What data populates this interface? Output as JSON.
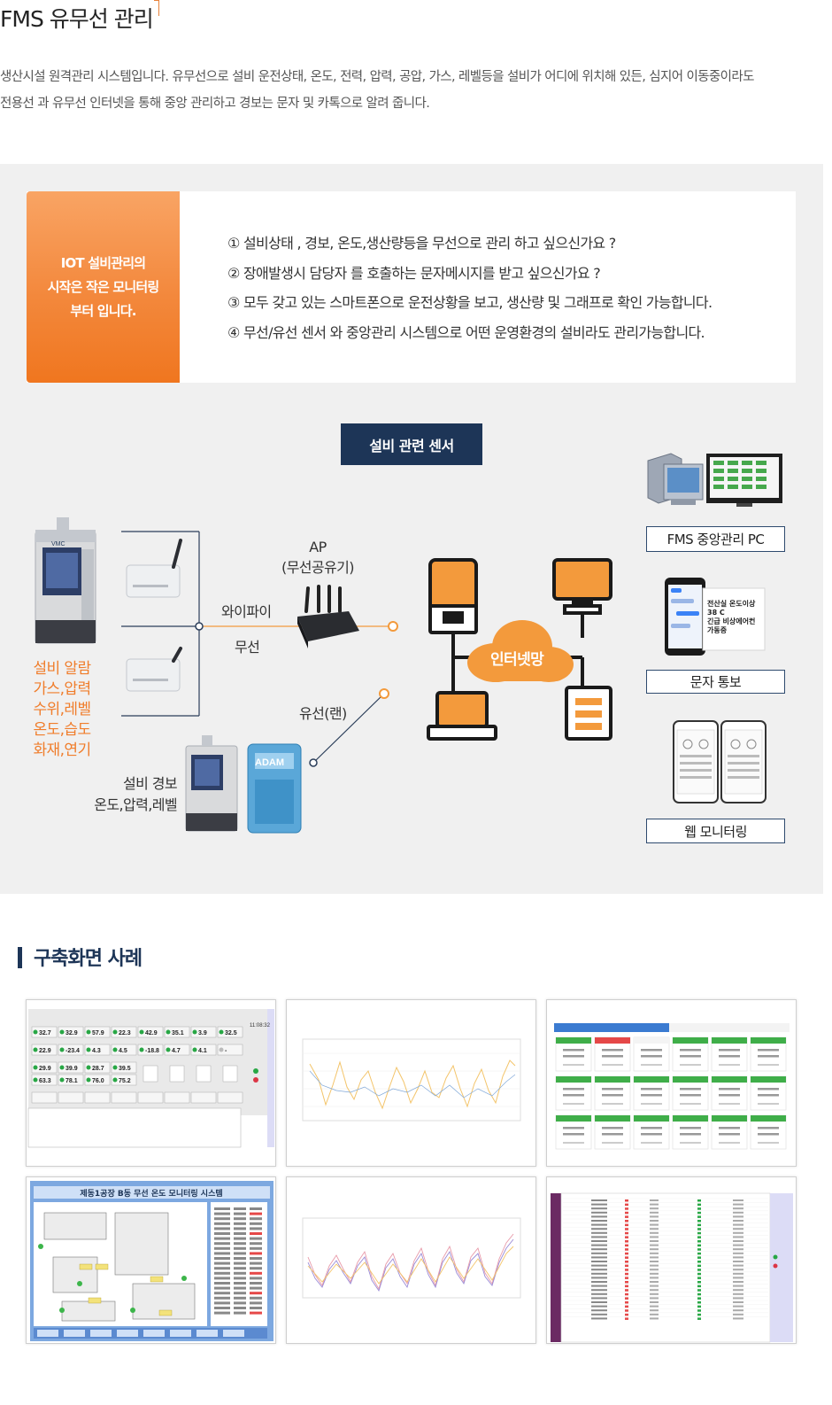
{
  "header": {
    "title": "FMS 유무선 관리",
    "intro_line1": "생산시설 원격관리 시스템입니다. 유무선으로 설비 운전상태, 온도, 전력, 압력, 공압, 가스, 레벨등을 설비가 어디에 위치해 있든, 심지어 이동중이라도",
    "intro_line2": "전용선 과 유무선 인터넷을 통해 중앙 관리하고 경보는 문자 및 카톡으로 알려 줍니다."
  },
  "callout": {
    "left_line1": "IOT 설비관리의",
    "left_line2": "시작은 작은 모니터링",
    "left_line3": "부터 입니다.",
    "items": [
      "① 설비상태 , 경보, 온도,생산량등을 무선으로 관리 하고 싶으신가요 ?",
      "② 장애발생시 담당자 를 호출하는 문자메시지를 받고 싶으신가요 ?",
      "③ 모두 갖고 있는 스마트폰으로 운전상황을 보고, 생산량 및 그래프로 확인 가능합니다.",
      "④ 무선/유선 센서 와 중앙관리 시스템으로 어떤 운영환경의 설비라도 관리가능합니다."
    ]
  },
  "diagram": {
    "sensor_badge": "설비 관련 센서",
    "ap_line1": "AP",
    "ap_line2": "(무선공유기)",
    "wifi": "와이파이",
    "wireless": "무선",
    "wired": "유선(랜)",
    "internet": "인터넷망",
    "equipment_lines": [
      "설비 알람",
      "가스,압력",
      "수위,레벨",
      "온도,습도",
      "화재,연기"
    ],
    "alarm_line1": "설비 경보",
    "alarm_line2": "온도,압력,레벨",
    "adam": "ADAM",
    "pc_label": "FMS 중앙관리  PC",
    "sms_label": "문자 통보",
    "web_label": "웹 모니터링",
    "sms_msg": [
      "전산실 온도이상",
      "38 C",
      "긴급 비상에어컨",
      "가동중"
    ],
    "colors": {
      "orange": "#f39a3c",
      "navy": "#1d3557",
      "dark": "#222222"
    }
  },
  "cases": {
    "title": "구축화면 사례",
    "monitor_values": [
      [
        "32.7",
        "32.9",
        "57.9",
        "22.3",
        "42.9",
        "35.1",
        "3.9",
        "32.5"
      ],
      [
        "22.9",
        "-23.4",
        "4.3",
        "4.5",
        "-18.8",
        "4.7",
        "4.1",
        "-"
      ],
      [
        "29.9",
        "39.9",
        "28.7",
        "39.5"
      ],
      [
        "63.3",
        "78.1",
        "76.0",
        "75.2"
      ]
    ],
    "monitor_clock": "11:08:32",
    "map_title": "제동1공장 B동 무선 온도 모니터링 시스템"
  }
}
